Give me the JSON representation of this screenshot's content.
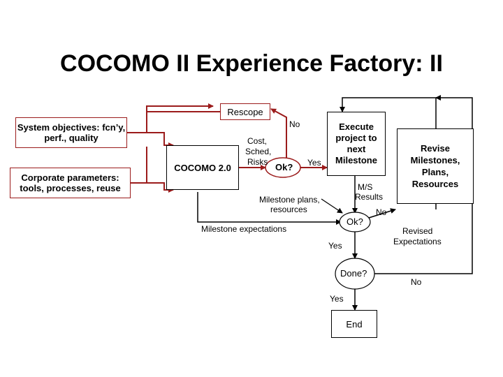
{
  "title": "COCOMO II Experience Factory: II",
  "nodes": {
    "system_objectives": "System objectives: fcn’y, perf., quality",
    "corporate_parameters": "Corporate parameters: tools, processes, reuse",
    "cocomo": "COCOMO 2.0",
    "rescope": "Rescope",
    "ok1": "Ok?",
    "execute": "Execute project to next Milestone",
    "ok2": "Ok?",
    "revise": "Revise Milestones, Plans, Resources",
    "done": "Done?",
    "end": "End"
  },
  "labels": {
    "no_rescope": "No",
    "cost": "Cost,",
    "sched": "Sched,",
    "risks": "Risks",
    "yes_execute": "Yes",
    "ms_results_1": "M/S",
    "ms_results_2": "Results",
    "milestone_plans_1": "Milestone plans,",
    "milestone_plans_2": "resources",
    "milestone_expectations": "Milestone expectations",
    "no_revise": "No",
    "yes_done": "Yes",
    "revised_1": "Revised",
    "revised_2": "Expectations",
    "no_loop": "No",
    "yes_end": "Yes"
  },
  "colors": {
    "red_flow": "#9b1b1b",
    "black_flow": "#000000",
    "blue_label": "#1a1a8c"
  }
}
